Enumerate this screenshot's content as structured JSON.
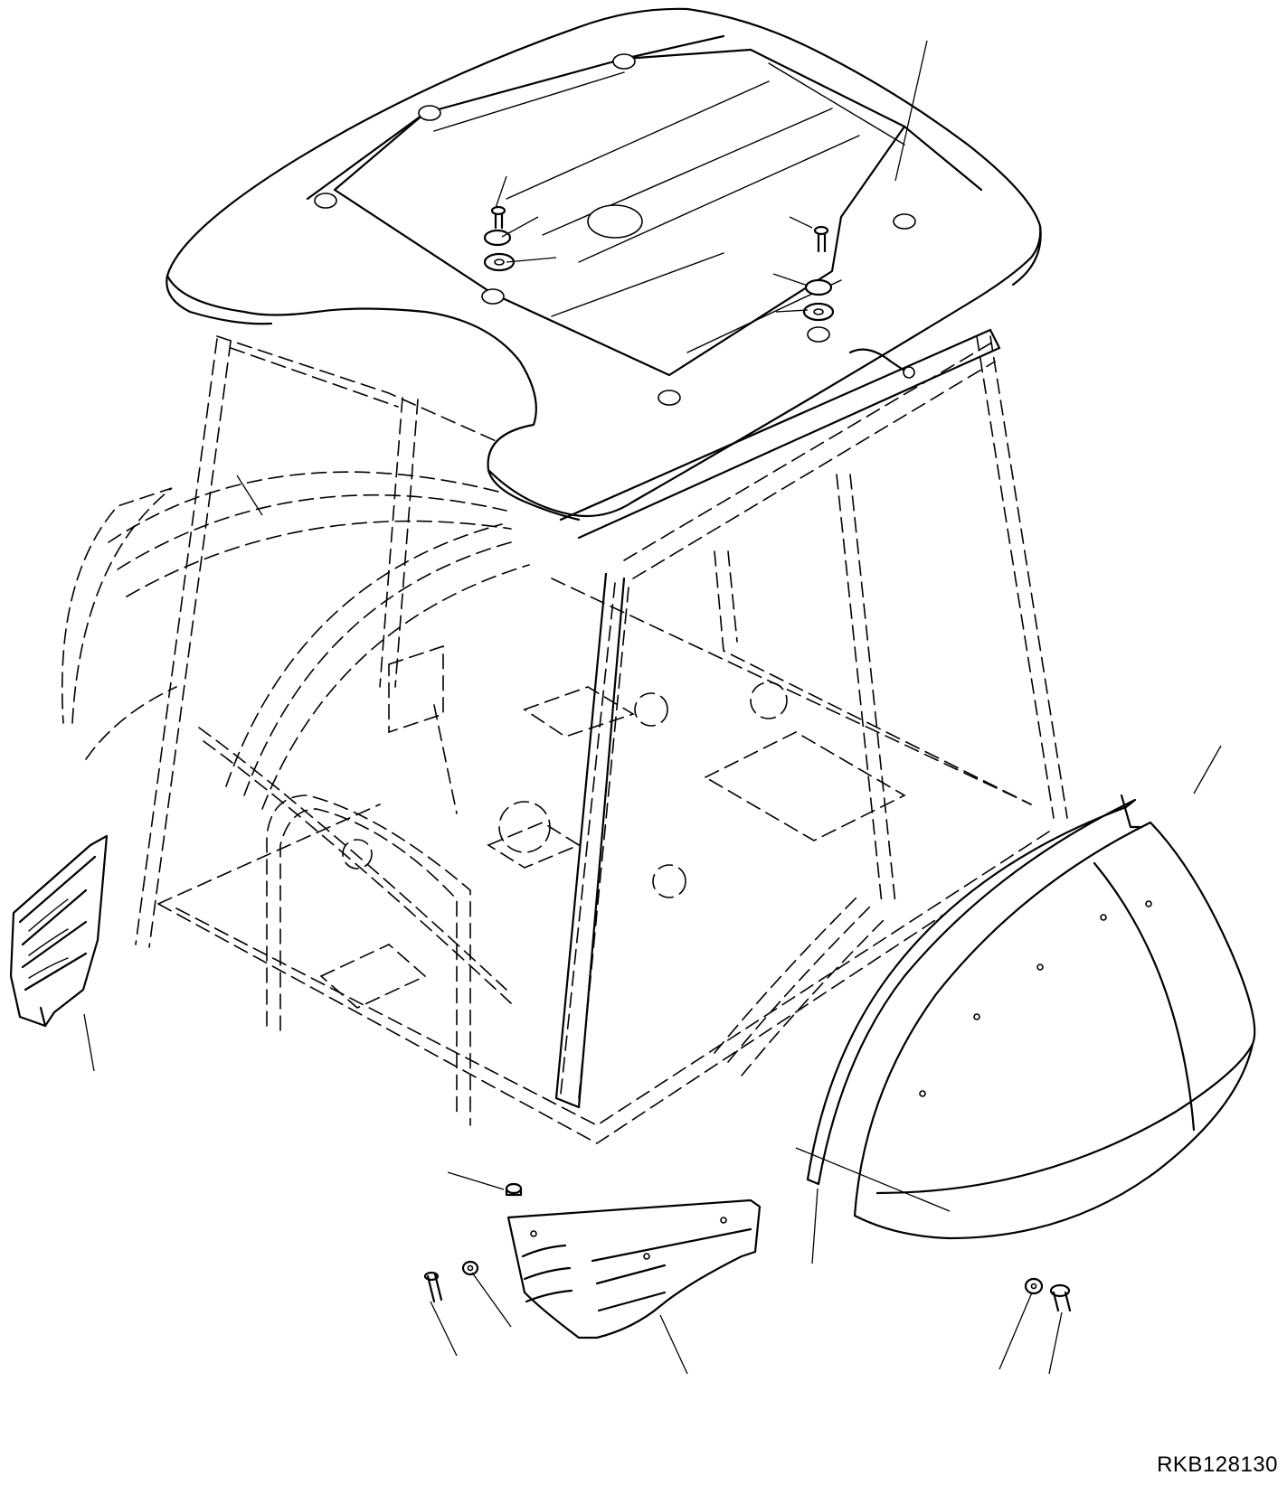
{
  "drawing_code": "RKB128130",
  "colors": {
    "line": "#000000",
    "background": "#ffffff"
  },
  "parts": [
    "roof-cover",
    "mount-bolt",
    "rubber-cushion",
    "washer",
    "cab-frame",
    "rear-left-cover",
    "right-side-cover",
    "side-seal-strip",
    "front-lower-cover",
    "cover-bolt",
    "cover-washer"
  ]
}
